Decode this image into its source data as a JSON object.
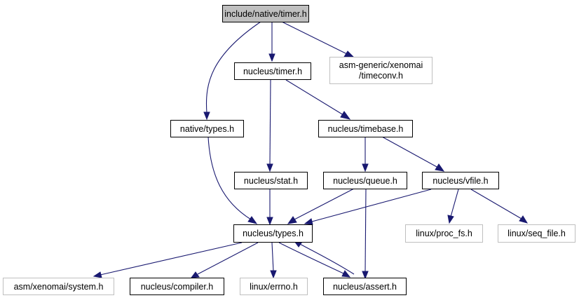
{
  "colors": {
    "edge": "#191970",
    "node_border": "#000000",
    "external_border": "#bfbfbf",
    "root_fill": "#bfbfbf",
    "node_fill": "#ffffff"
  },
  "nodes": {
    "root": {
      "label": "include/native/timer.h"
    },
    "nucleus_timer": {
      "label": "nucleus/timer.h"
    },
    "asm_generic_timeconv": {
      "label_line1": "asm-generic/xenomai",
      "label_line2": "/timeconv.h"
    },
    "native_types": {
      "label": "native/types.h"
    },
    "nucleus_timebase": {
      "label": "nucleus/timebase.h"
    },
    "nucleus_stat": {
      "label": "nucleus/stat.h"
    },
    "nucleus_queue": {
      "label": "nucleus/queue.h"
    },
    "nucleus_vfile": {
      "label": "nucleus/vfile.h"
    },
    "nucleus_types": {
      "label": "nucleus/types.h"
    },
    "linux_proc_fs": {
      "label": "linux/proc_fs.h"
    },
    "linux_seq_file": {
      "label": "linux/seq_file.h"
    },
    "asm_xenomai_system": {
      "label": "asm/xenomai/system.h"
    },
    "nucleus_compiler": {
      "label": "nucleus/compiler.h"
    },
    "linux_errno": {
      "label": "linux/errno.h"
    },
    "nucleus_assert": {
      "label": "nucleus/assert.h"
    }
  }
}
